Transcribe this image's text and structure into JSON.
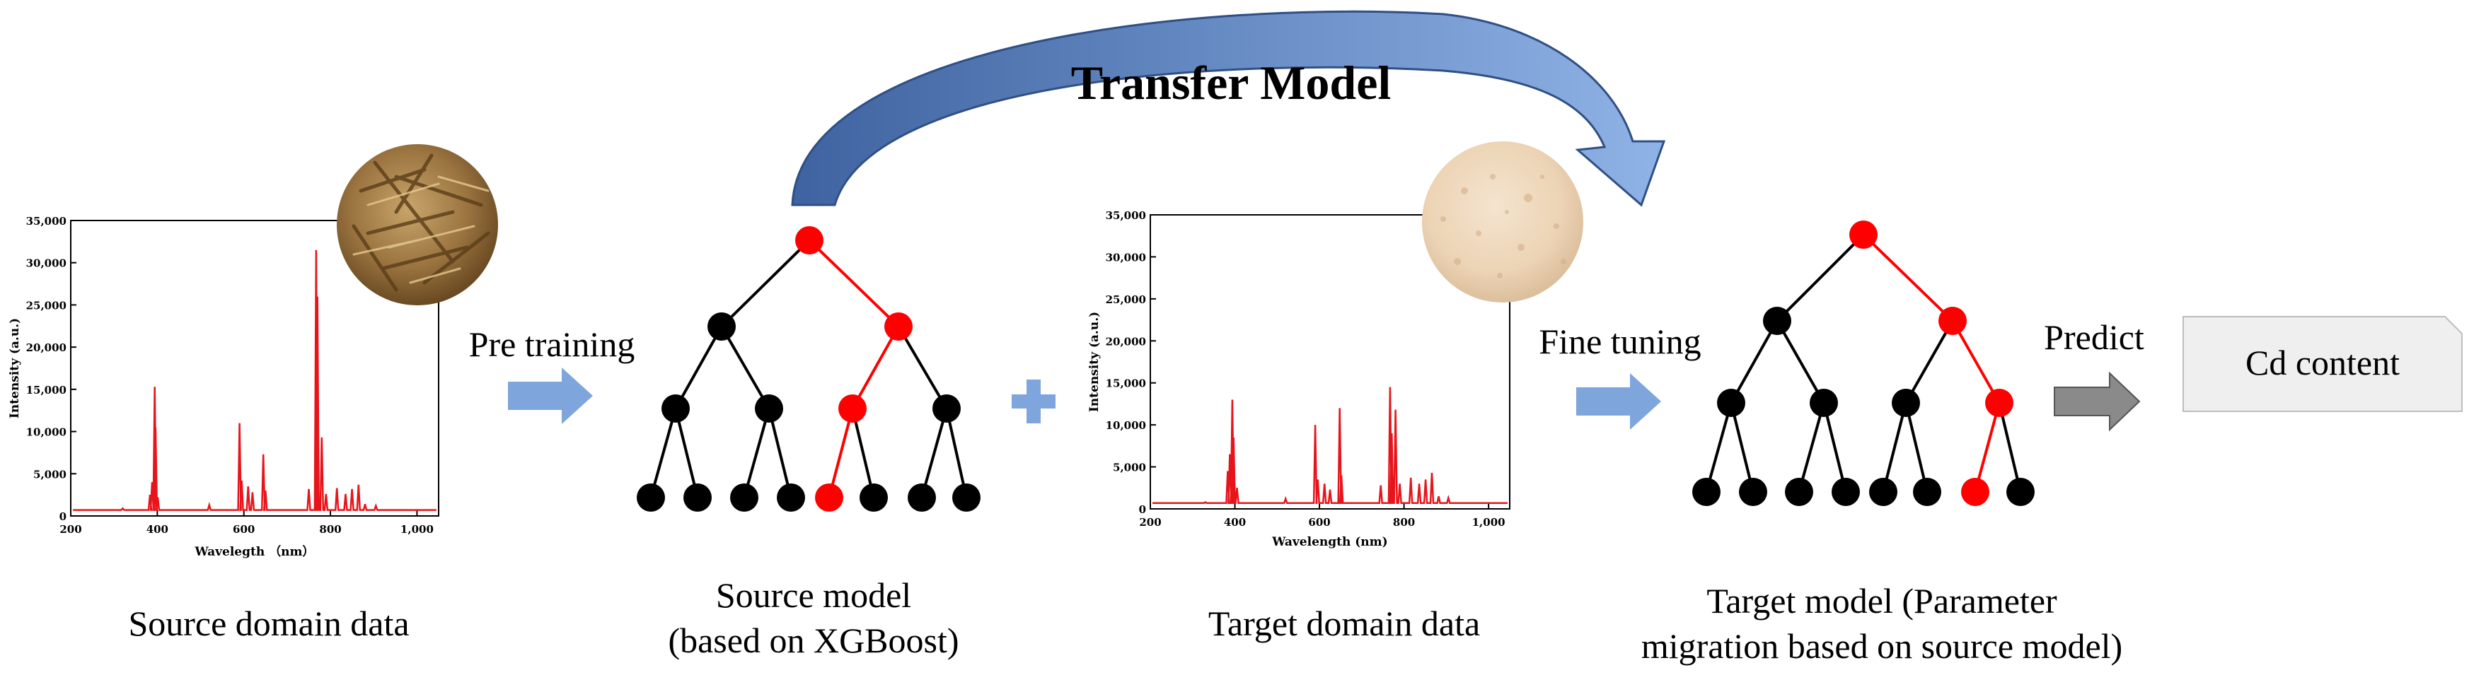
{
  "title": "Transfer Model",
  "steps": {
    "pre_training": "Pre training",
    "fine_tuning": "Fine tuning",
    "predict": "Predict"
  },
  "output": {
    "label": "Cd content"
  },
  "captions": {
    "source_data": "Source domain data",
    "source_model_line1": "Source model",
    "source_model_line2": "(based on XGBoost)",
    "target_data": "Target domain data",
    "target_model_line1": "Target model (Parameter",
    "target_model_line2": "migration  based on source model)"
  },
  "colors": {
    "spectrum": "#e8141b",
    "node_active": "#ff0000",
    "node": "#000000",
    "arrow_light": "#7ea6dc",
    "arrow_dark": "#3f63a0",
    "predict_arrow": "#8a8a8a",
    "output_box": "#efefef"
  },
  "source_chart": {
    "type": "line",
    "title": "",
    "xlabel": "Wavelegth  （nm）",
    "ylabel": "Intensity  (a.u.)",
    "xlim": [
      200,
      1050
    ],
    "ylim": [
      0,
      35000
    ],
    "xticks": [
      "200",
      "400",
      "600",
      "800",
      "1,000"
    ],
    "yticks": [
      "0",
      "5,000",
      "10,000",
      "15,000",
      "20,000",
      "25,000",
      "30,000",
      "35,000"
    ],
    "baseline": 700,
    "peaks": [
      [
        320,
        900
      ],
      [
        383,
        2500
      ],
      [
        388,
        4000
      ],
      [
        394,
        15300
      ],
      [
        396,
        10500
      ],
      [
        401,
        2200
      ],
      [
        520,
        1300
      ],
      [
        590,
        11000
      ],
      [
        595,
        4200
      ],
      [
        610,
        3500
      ],
      [
        620,
        2800
      ],
      [
        645,
        7300
      ],
      [
        650,
        3000
      ],
      [
        750,
        3200
      ],
      [
        767,
        31500
      ],
      [
        770,
        26000
      ],
      [
        780,
        9300
      ],
      [
        790,
        2600
      ],
      [
        815,
        3300
      ],
      [
        835,
        2600
      ],
      [
        850,
        3200
      ],
      [
        865,
        3700
      ],
      [
        880,
        1400
      ],
      [
        905,
        1200
      ]
    ]
  },
  "target_chart": {
    "type": "line",
    "title": "",
    "xlabel": "Wavelength (nm)",
    "ylabel": "Intensity  (a.u.)",
    "xlim": [
      200,
      1050
    ],
    "ylim": [
      0,
      35000
    ],
    "xticks": [
      "200",
      "400",
      "600",
      "800",
      "1,000"
    ],
    "yticks": [
      "0",
      "5,000",
      "10,000",
      "15,000",
      "20,000",
      "25,000",
      "30,000",
      "35,000"
    ],
    "baseline": 700,
    "peaks": [
      [
        330,
        800
      ],
      [
        383,
        4500
      ],
      [
        388,
        6500
      ],
      [
        394,
        13000
      ],
      [
        397,
        8500
      ],
      [
        405,
        2500
      ],
      [
        520,
        1200
      ],
      [
        590,
        10000
      ],
      [
        596,
        3500
      ],
      [
        612,
        3000
      ],
      [
        625,
        2300
      ],
      [
        648,
        12000
      ],
      [
        652,
        4000
      ],
      [
        745,
        2800
      ],
      [
        767,
        14500
      ],
      [
        771,
        9000
      ],
      [
        780,
        11800
      ],
      [
        790,
        3000
      ],
      [
        816,
        3700
      ],
      [
        836,
        3000
      ],
      [
        851,
        3500
      ],
      [
        866,
        4300
      ],
      [
        882,
        1500
      ],
      [
        905,
        1300
      ]
    ]
  }
}
